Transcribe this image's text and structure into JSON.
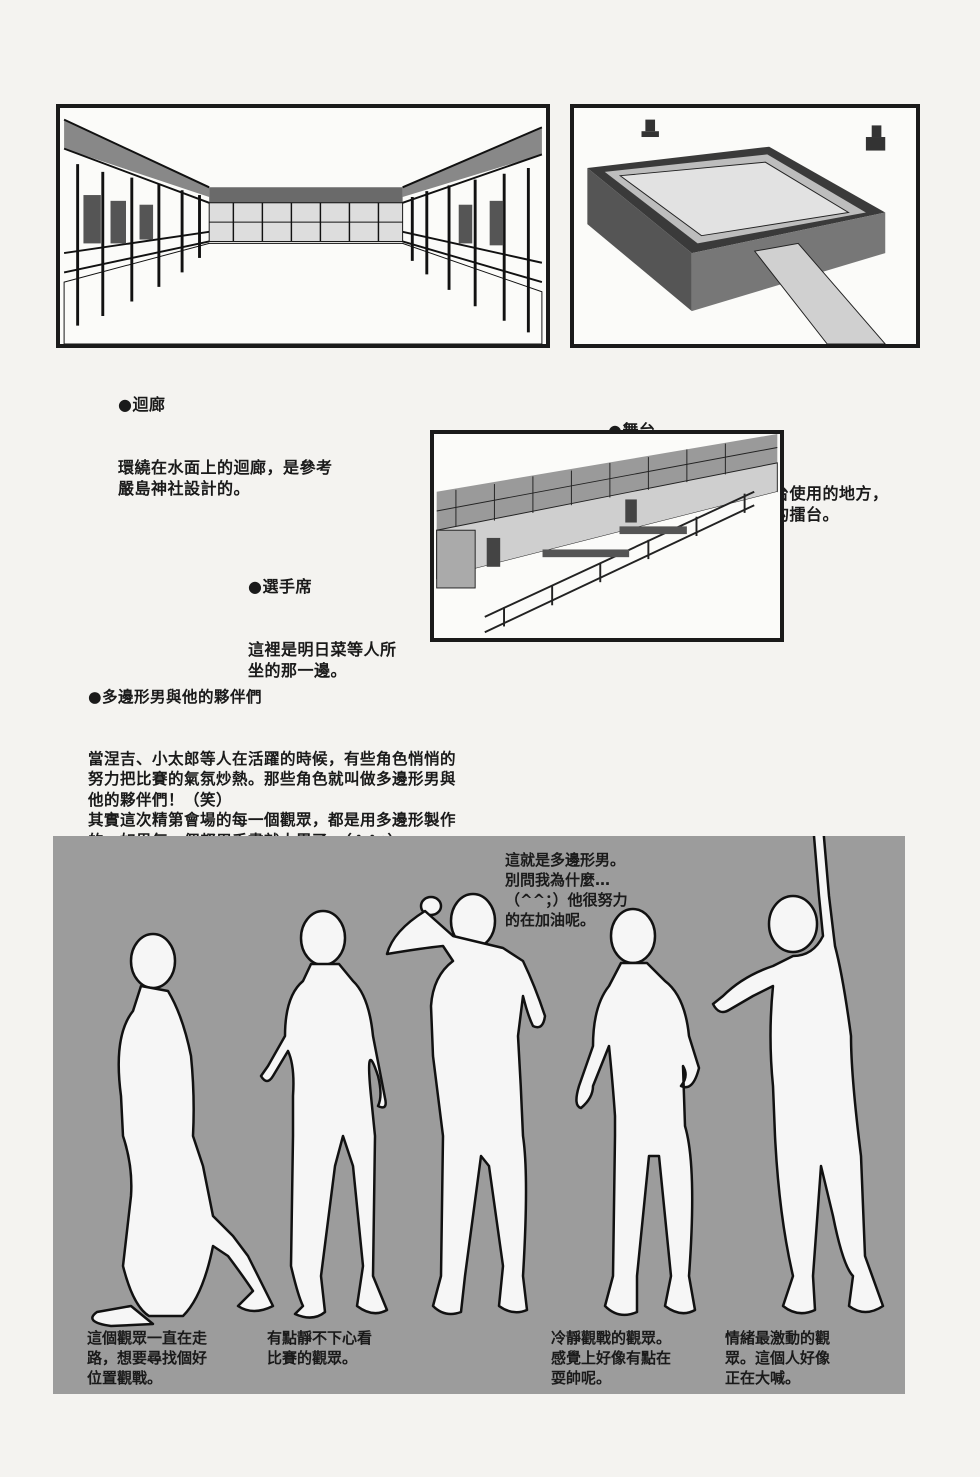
{
  "panels": {
    "corridor": {
      "title": "●迴廊",
      "body": "環繞在水面上的迴廊，是參考\n嚴島神社設計的。"
    },
    "stage": {
      "title": "●舞台",
      "body": "這個平常被當成能劇舞台使用的地方，\n就是這次用來進行染戰的擂台。"
    },
    "seats": {
      "title": "●選手席",
      "body": "這裡是明日菜等人所\n坐的那一邊。"
    }
  },
  "polygon_section": {
    "title": "●多邊形男與他的夥伴們",
    "body": "當涅吉、小太郎等人在活躍的時候，有些角色悄悄的\n努力把比賽的氣氛炒熱。那些角色就叫做多邊形男與\n他的夥伴們！（笑）\n其實這次精第會場的每一個觀眾，都是用多邊形製作\n的。如果每一個都用手畫就太累了。（^^；）\n雖然姿勢可以自由改變，但要讓每個人的姿勢都不同\n實在是太辛苦了，所以存在著一定的模式。\n下面就來介紹幾個具代表性的觀眾吧。"
  },
  "figures": {
    "top_note": "這就是多邊形男。\n別問我為什麼…\n（^^；）他很努力\n的在加油呢。",
    "note1": "這個觀眾一直在走\n路，想要尋找個好\n位置觀戰。",
    "note2": "有點靜不下心看\n比賽的觀眾。",
    "note3": "冷靜觀戰的觀眾。\n感覺上好像有點在\n耍帥呢。",
    "note4": "情緒最激動的觀\n眾。這個人好像\n正在大喊。"
  }
}
